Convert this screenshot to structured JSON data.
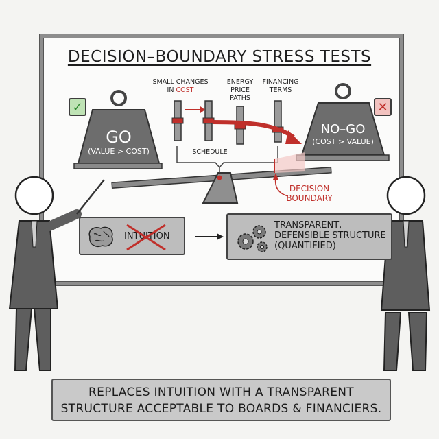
{
  "title": "DECISION–BOUNDARY STRESS TESTS",
  "sliders": {
    "cost_line1": "SMALL CHANGES",
    "cost_line2_prefix": "IN ",
    "cost_line2_highlight": "COST",
    "energy_line1": "ENERGY",
    "energy_line2": "PRICE",
    "energy_line3": "PATHS",
    "financing_line1": "FINANCING",
    "financing_line2": "TERMS",
    "schedule": "SCHEDULE"
  },
  "go_weight": {
    "label": "GO",
    "sublabel": "(VALUE > COST)"
  },
  "nogo_weight": {
    "label": "NO–GO",
    "sublabel": "(COST > VALUE)"
  },
  "decision_boundary": {
    "line1": "DECISION",
    "line2": "BOUNDARY"
  },
  "intuition_box": {
    "label": "INTUITION"
  },
  "structure_box": {
    "line1": "TRANSPARENT,",
    "line2": "DEFENSIBLE STRUCTURE",
    "line3": "(QUANTIFIED)"
  },
  "footer": {
    "line1": "REPLACES INTUITION WITH A TRANSPARENT",
    "line2": "STRUCTURE ACCEPTABLE TO BOARDS & FINANCIERS."
  },
  "colors": {
    "accent_red": "#c0302b",
    "check_green": "#3e9b3e",
    "weight_gray": "#6d6d6d"
  },
  "icons": [
    "check-icon",
    "x-icon",
    "brain-icon",
    "gears-icon",
    "arrow-right-icon"
  ]
}
